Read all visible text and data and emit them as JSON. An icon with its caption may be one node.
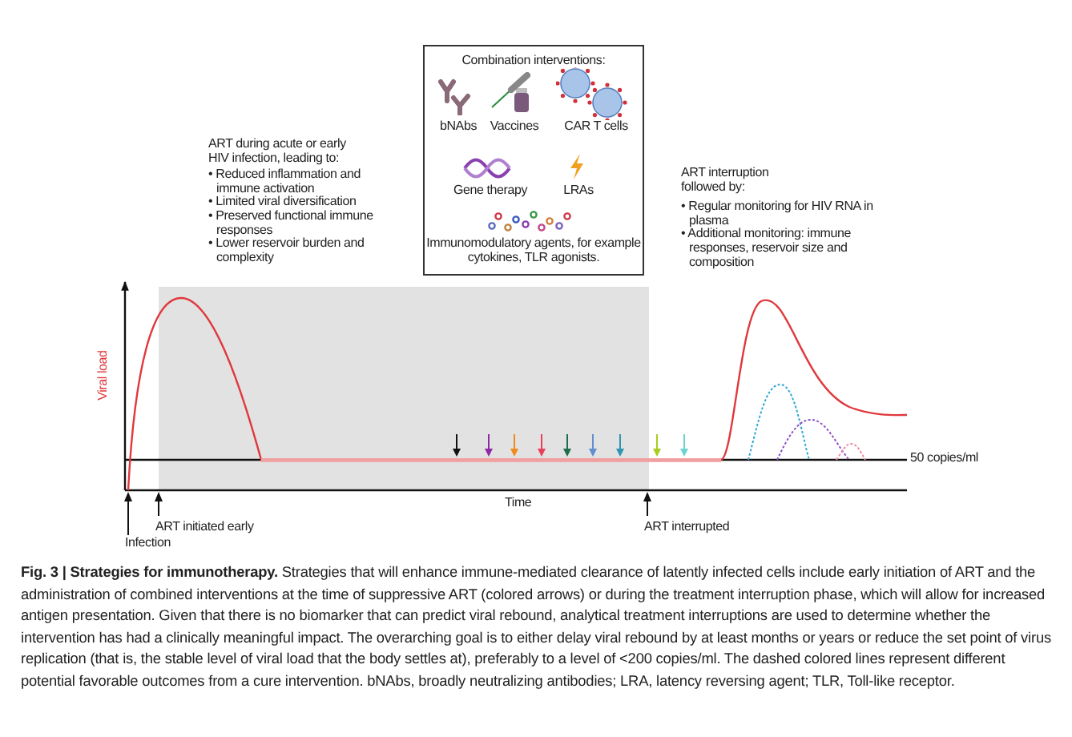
{
  "diagram": {
    "caption": "**Fig. 3 | Strategies for immunotherapy.** Strategies that will enhance immune-mediated clearance of latently infected cells include early initiation of ART and the administration of combined interventions at the time of suppressive ART (colored arrows) or during the treatment interruption phase, which will allow for increased antigen presentation. Given that there is no biomarker that can predict viral rebound, analytical treatment interruptions are used to determine whether the intervention has had a clinically meaningful impact. The overarching goal is to either delay viral rebound by at least months or years or reduce the set point of virus replication (that is, the stable level of viral load that the body settles at), preferably to a level of <200 copies/ml. The dashed colored lines represent different potential favorable outcomes from a cure intervention. bNAbs, broadly neutralizing antibodies; LRA, latency reversing agent; TLR, Toll-like receptor.",
    "nodes": [
      {
        "text": [
          "Combination interventions:"
        ]
      }
    ],
    "edges": [],
    "labels": [
      "bNAbs",
      "Vaccines",
      "CAR T cells",
      "Gene therapy",
      "LRAs",
      "Immunomodulatory agents, for example cytokines, TLR agonists.",
      "ART during acute or early HIV infection, leading to:",
      "• Reduced inflammation and immune activation",
      "• Limited viral diversification",
      "• Preserved functional immune responses",
      "• Lower reservoir burden and complexity",
      "ART interruption followed by:",
      "• Regular monitoring for HIV RNA in plasma",
      "• Additional monitoring: immune responses, reservoir size and composition",
      "Viral load",
      "50 copies/ml",
      "Time",
      "ART initiated early",
      "Infection",
      "ART interrupted"
    ]
  }
}
